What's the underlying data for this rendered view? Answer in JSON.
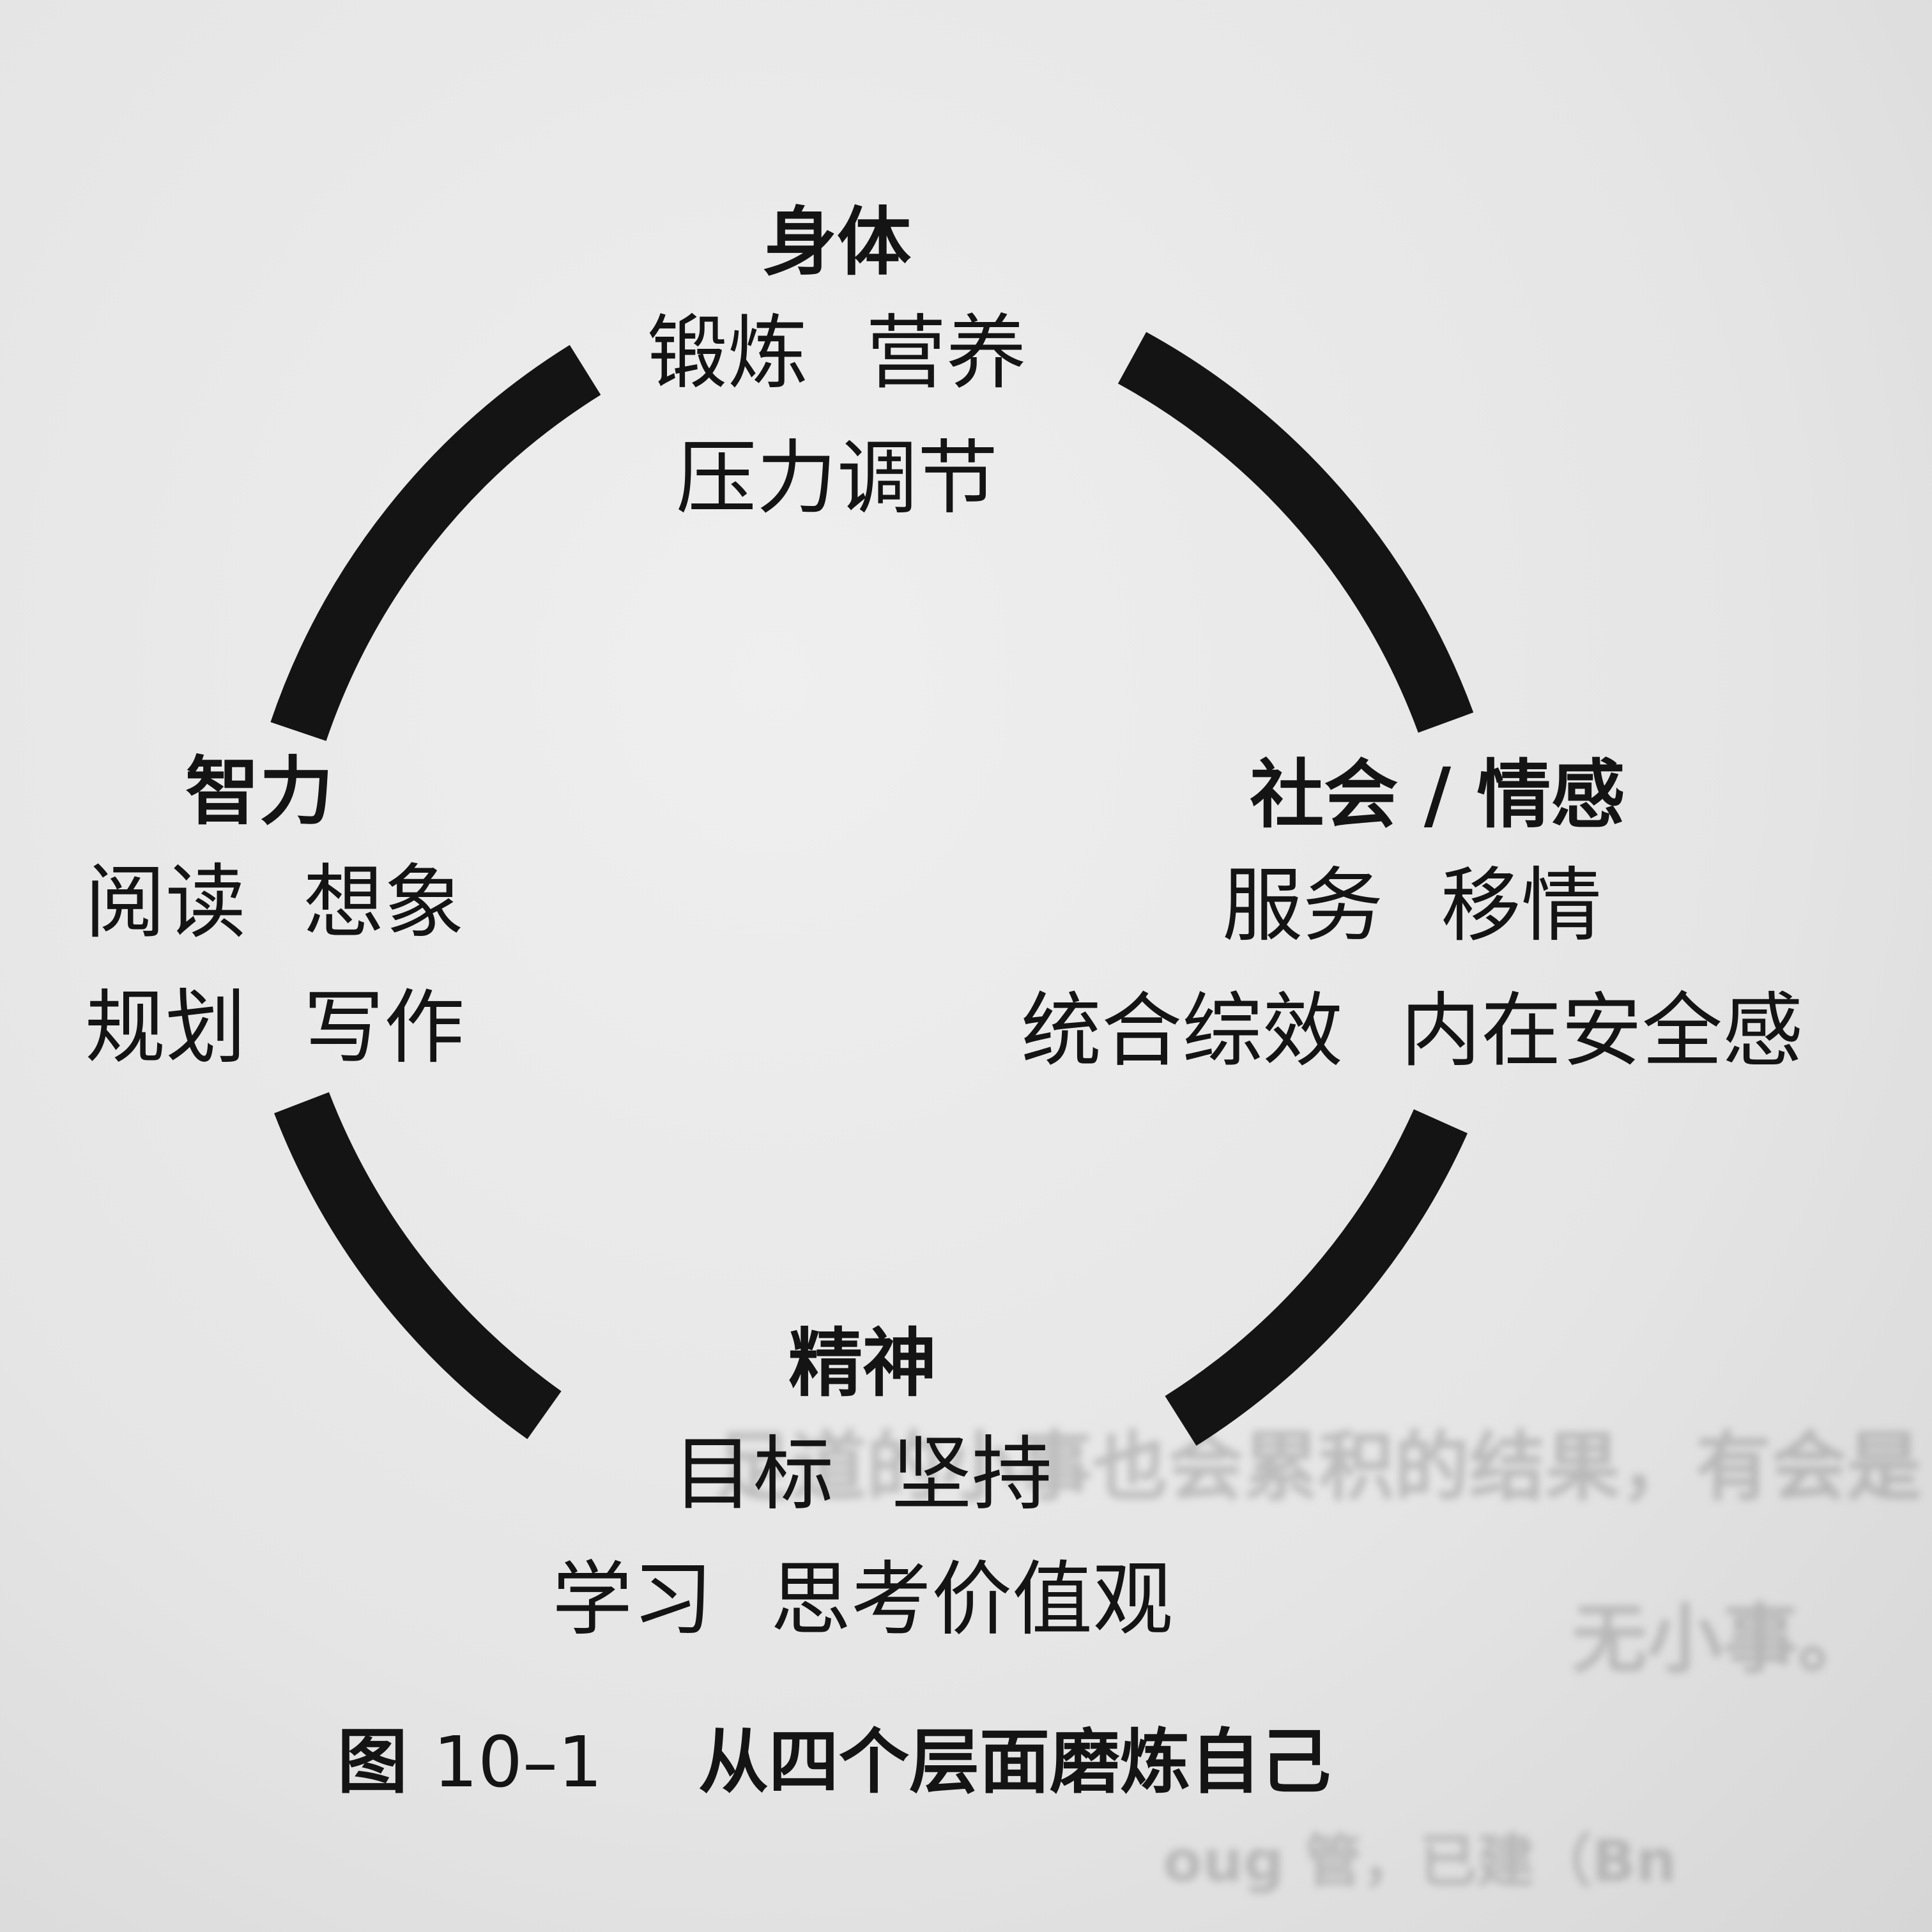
{
  "diagram": {
    "groups": {
      "top": {
        "title": "身体",
        "line1": [
          "锻炼",
          "营养"
        ],
        "line2": [
          "压力调节"
        ]
      },
      "left": {
        "title": "智力",
        "line1": [
          "阅读",
          "想象"
        ],
        "line2": [
          "规划",
          "写作"
        ]
      },
      "right": {
        "title": "社会 / 情感",
        "line1": [
          "服务",
          "移情"
        ],
        "line2": [
          "统合综效",
          "内在安全感"
        ]
      },
      "bottom": {
        "title": "精神",
        "line1": [
          "目标",
          "坚持"
        ],
        "line2": [
          "学习",
          "思考价值观"
        ]
      }
    },
    "caption": {
      "label": "图",
      "number": "10–1",
      "text": "从四个层面磨炼自己"
    }
  },
  "bleed_through": {
    "line1": "足道的小事也会累积的结果，有会是",
    "line2": "无小事。",
    "line3": "oug 管，已建（Bn"
  },
  "colors": {
    "paper": "#e7e7e7",
    "ink": "#141414"
  }
}
